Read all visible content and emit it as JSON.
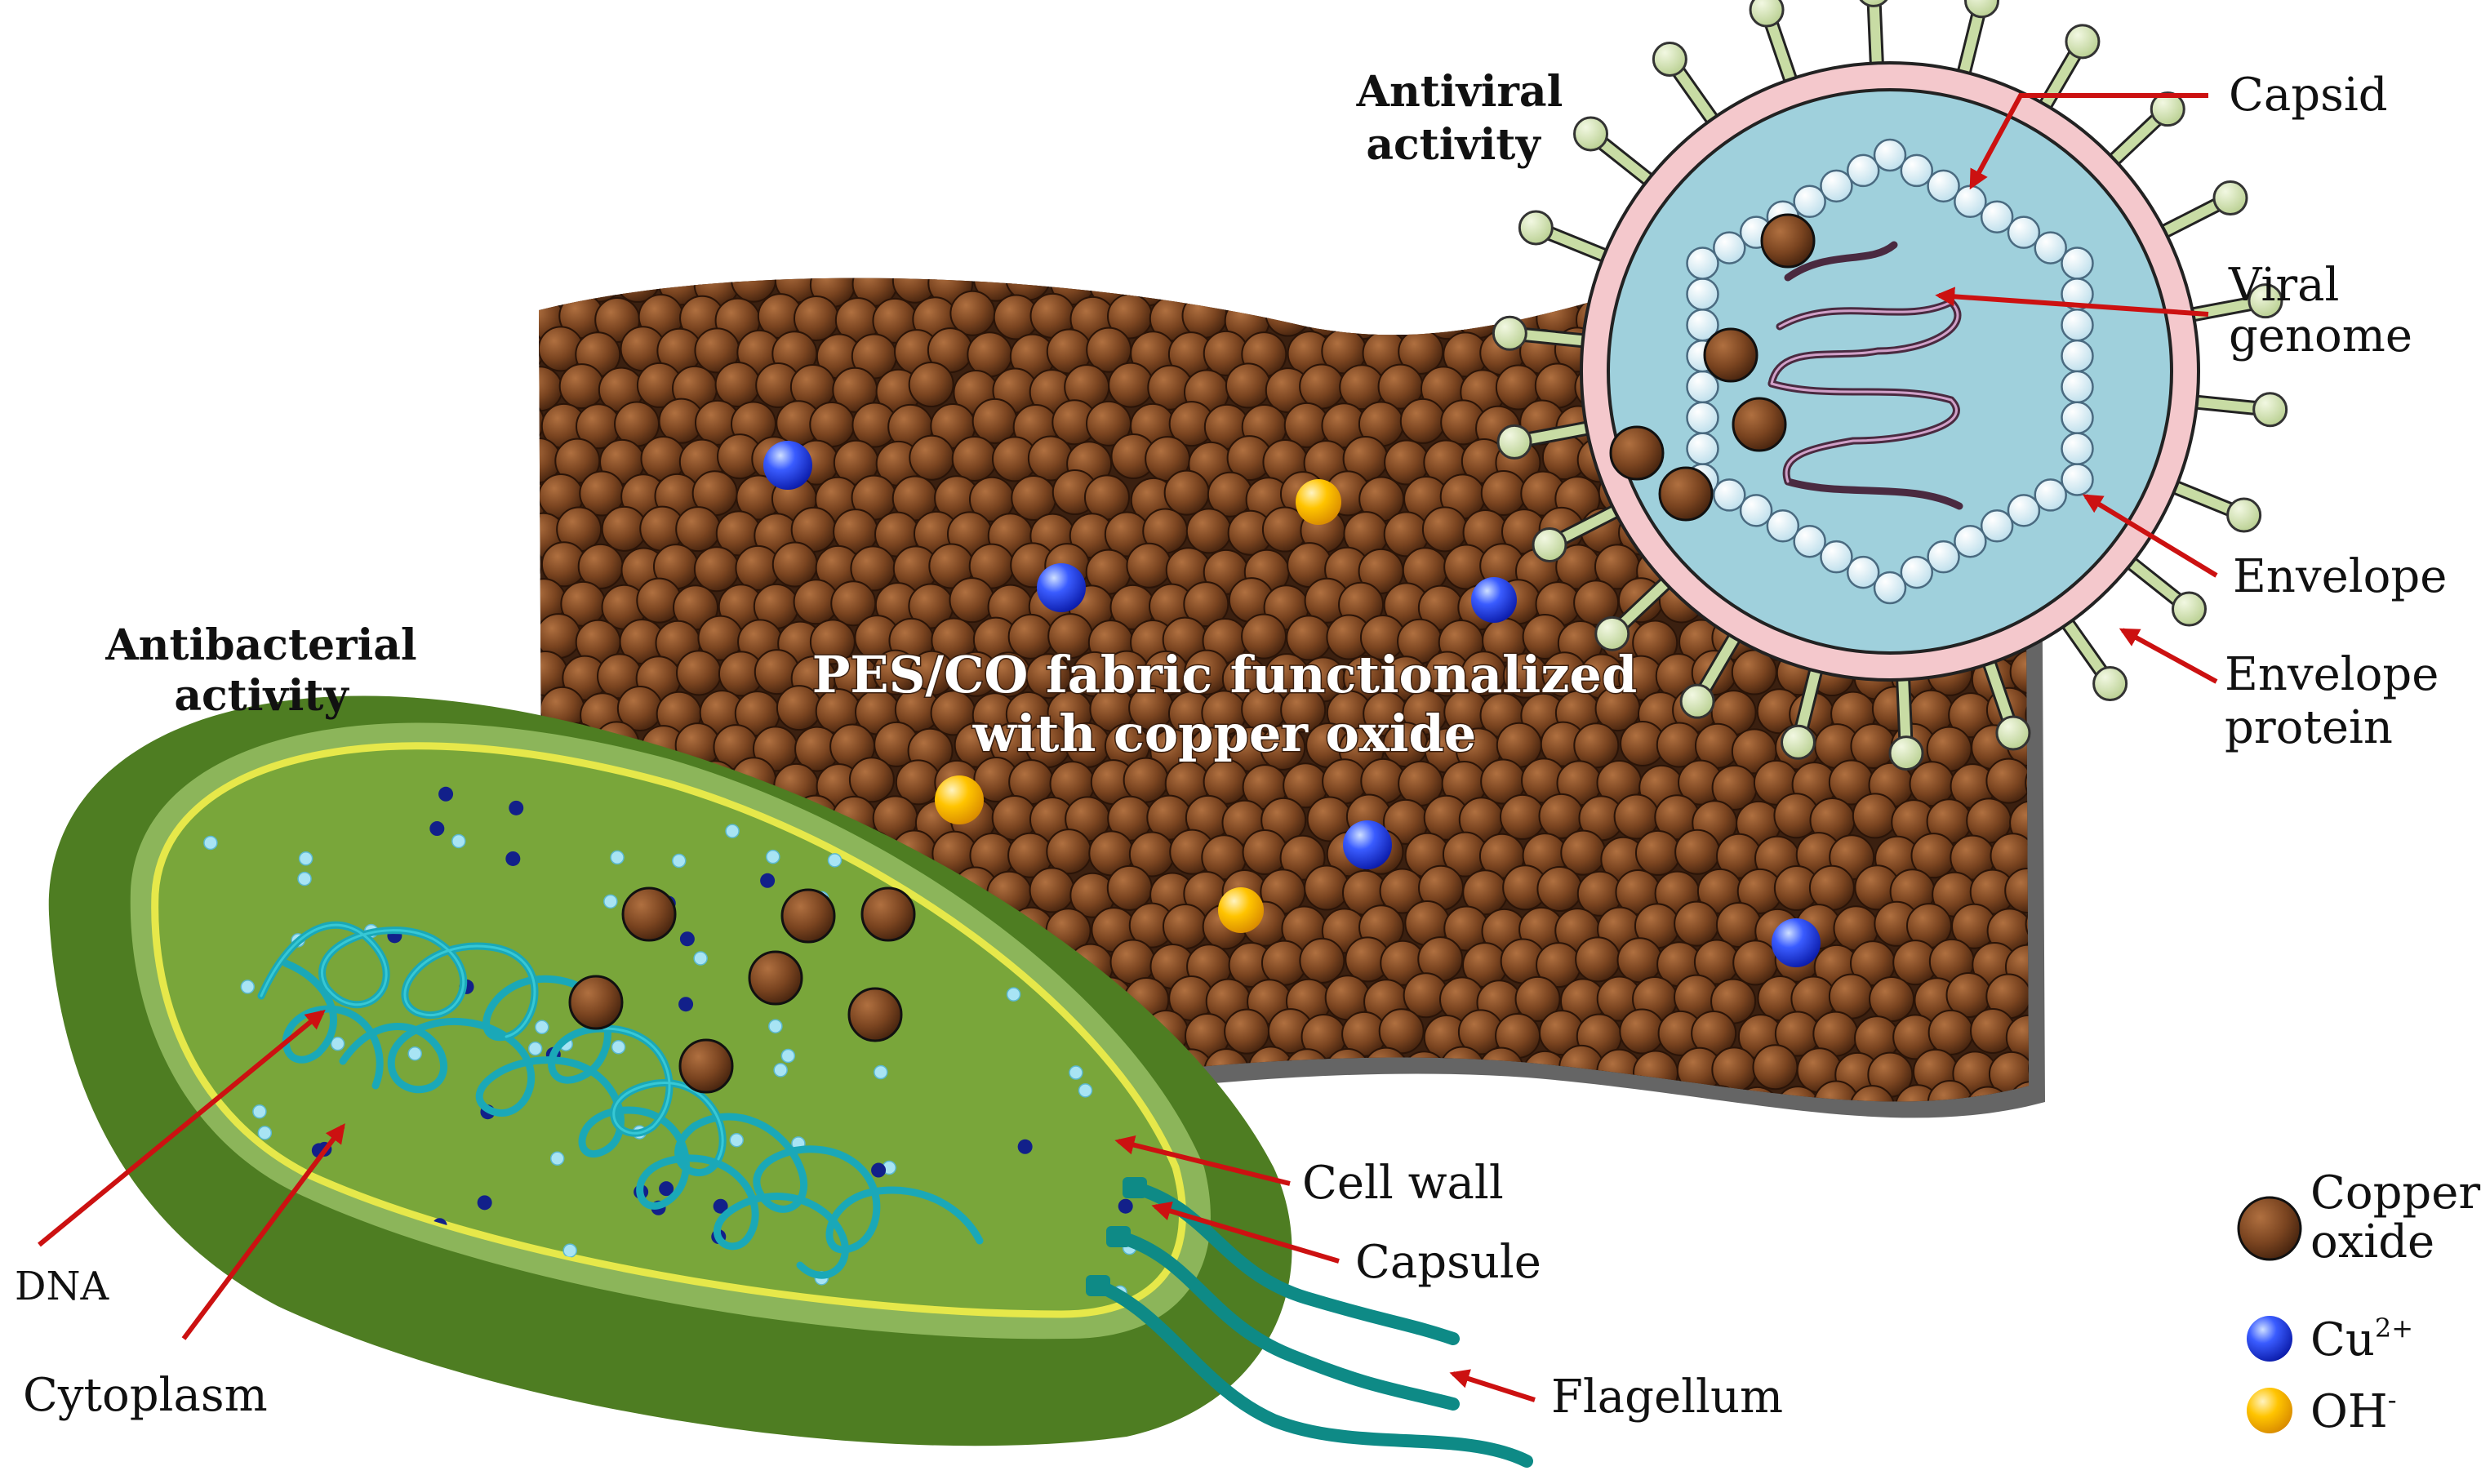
{
  "headings": {
    "antiviral_line1": "Antiviral",
    "antiviral_line2": "activity",
    "antibacterial_line1": "Antibacterial",
    "antibacterial_line2": "activity"
  },
  "fabric": {
    "label_line1": "PES/CO fabric functionalized",
    "label_line2": "with copper oxide"
  },
  "virus_labels": {
    "capsid": "Capsid",
    "viral_genome_line1": "Viral",
    "viral_genome_line2": "genome",
    "envelope": "Envelope",
    "envelope_protein_line1": "Envelope",
    "envelope_protein_line2": "protein"
  },
  "bacteria_labels": {
    "cell_wall": "Cell wall",
    "capsule": "Capsule",
    "flagellum": "Flagellum",
    "dna": "DNA",
    "cytoplasm": "Cytoplasm"
  },
  "legend": {
    "copper_oxide_line1": "Copper",
    "copper_oxide_line2": "oxide",
    "cu_base": "Cu",
    "cu_sup": "2+",
    "oh_base": "OH",
    "oh_sup": "-"
  },
  "colors": {
    "copper_oxide": "#7a4420",
    "cu_ion": "#1a35e0",
    "oh_ion": "#f5b800",
    "bacteria_outer": "#4e7d22",
    "bacteria_inner": "#7aa83a",
    "virus_core": "#9fd0dc",
    "virus_envelope": "#f4c8cc",
    "spike": "#c8dca4",
    "arrow": "#cc1111",
    "dna": "#1aa8b8"
  }
}
